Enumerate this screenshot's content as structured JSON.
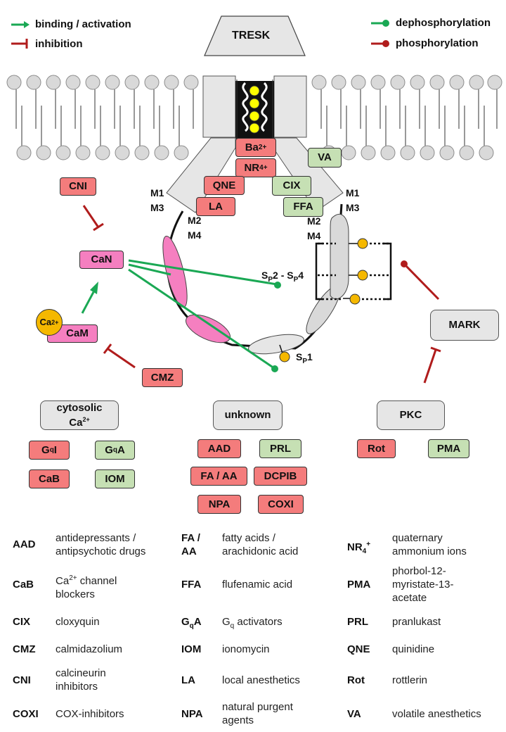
{
  "legend": {
    "binding": "binding / activation",
    "inhibition": "inhibition",
    "dephos": "dephosphorylation",
    "phos": "phosphorylation",
    "colors": {
      "green": "#1aa854",
      "red": "#b01c1c"
    }
  },
  "channel": {
    "title": "TRESK",
    "m1": "M1",
    "m3": "M3",
    "m2": "M2",
    "m4": "M4",
    "sp24_a": "S",
    "sp24_b": "2 - S",
    "sp24_c": "4",
    "sp_sub": "P",
    "sp1_a": "S",
    "sp1_b": "1"
  },
  "blockers": {
    "ba": "Ba",
    "ba_sup": "2+",
    "nr": "NR",
    "nr_sub": "4",
    "nr_sup": "+",
    "qne": "QNE",
    "la": "LA",
    "va": "VA",
    "cix": "CIX",
    "ffa": "FFA"
  },
  "pathway": {
    "cni": "CNI",
    "can": "CaN",
    "cam": "CaM",
    "ca": "Ca",
    "ca_sup": "2+",
    "cmz": "CMZ",
    "mark": "MARK"
  },
  "groups": {
    "cytosolic_line1": "cytosolic",
    "cytosolic_line2": "Ca",
    "cytosolic_sup": "2+",
    "unknown": "unknown",
    "pkc": "PKC",
    "gqi_a": "G",
    "gqi_sub": "q",
    "gqi_b": "I",
    "gqa_a": "G",
    "gqa_sub": "q",
    "gqa_b": "A",
    "cab": "CaB",
    "iom": "IOM",
    "aad": "AAD",
    "prl": "PRL",
    "faaa": "FA / AA",
    "dcpib": "DCPIB",
    "npa": "NPA",
    "coxi": "COXI",
    "rot": "Rot",
    "pma": "PMA"
  },
  "abbreviations": {
    "col1": [
      {
        "abbr": "AAD",
        "desc": "antidepressants / antipsychotic drugs"
      },
      {
        "abbr": "CaB",
        "desc_a": "Ca",
        "desc_sup": "2+",
        "desc_b": " channel blockers"
      },
      {
        "abbr": "CIX",
        "desc": "cloxyquin"
      },
      {
        "abbr": "CMZ",
        "desc": "calmidazolium"
      },
      {
        "abbr": "CNI",
        "desc": "calcineurin inhibitors"
      },
      {
        "abbr": "COXI",
        "desc": "COX-inhibitors"
      }
    ],
    "col2": [
      {
        "abbr": "FA / AA",
        "desc": "fatty acids / arachidonic acid"
      },
      {
        "abbr": "FFA",
        "desc": "flufenamic acid"
      },
      {
        "abbr_a": "G",
        "abbr_sub": "q",
        "abbr_b": "A",
        "desc_a": "G",
        "desc_sub": "q",
        "desc_b": " activators"
      },
      {
        "abbr": "IOM",
        "desc": "ionomycin"
      },
      {
        "abbr": "LA",
        "desc": "local anesthetics"
      },
      {
        "abbr": "NPA",
        "desc": "natural purgent agents"
      }
    ],
    "col3": [
      {
        "abbr_a": "NR",
        "abbr_sub": "4",
        "abbr_sup": "+",
        "desc": "quaternary ammonium ions"
      },
      {
        "abbr": "PMA",
        "desc": "phorbol-12-myristate-13-acetate"
      },
      {
        "abbr": "PRL",
        "desc": "pranlukast"
      },
      {
        "abbr": "QNE",
        "desc": "quinidine"
      },
      {
        "abbr": "Rot",
        "desc": "rottlerin"
      },
      {
        "abbr": "VA",
        "desc": "volatile anesthetics"
      }
    ]
  }
}
